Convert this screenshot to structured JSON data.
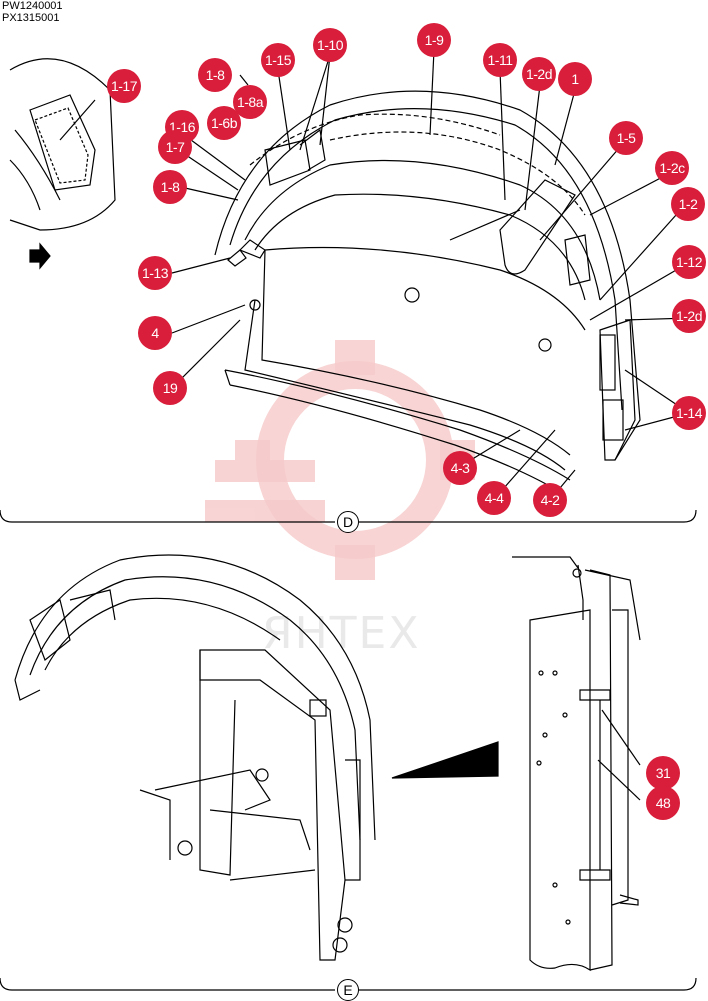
{
  "part_codes": [
    "PW1240001",
    "PX1315001"
  ],
  "views": {
    "top": "D",
    "bottom": "E"
  },
  "watermark_text": "ЯНТЕХ",
  "callouts": [
    {
      "id": "c-1-17",
      "label": "1-17"
    },
    {
      "id": "c-1-8-top",
      "label": "1-8"
    },
    {
      "id": "c-1-15",
      "label": "1-15"
    },
    {
      "id": "c-1-10",
      "label": "1-10"
    },
    {
      "id": "c-1-9",
      "label": "1-9"
    },
    {
      "id": "c-1-11",
      "label": "1-11"
    },
    {
      "id": "c-1-2d-top",
      "label": "1-2d"
    },
    {
      "id": "c-1",
      "label": "1"
    },
    {
      "id": "c-1-8a",
      "label": "1-8a"
    },
    {
      "id": "c-1-6b",
      "label": "1-6b"
    },
    {
      "id": "c-1-16",
      "label": "1-16"
    },
    {
      "id": "c-1-7",
      "label": "1-7"
    },
    {
      "id": "c-1-8-mid",
      "label": "1-8"
    },
    {
      "id": "c-1-5",
      "label": "1-5"
    },
    {
      "id": "c-1-2c",
      "label": "1-2c"
    },
    {
      "id": "c-1-2",
      "label": "1-2"
    },
    {
      "id": "c-1-12",
      "label": "1-12"
    },
    {
      "id": "c-1-2d-right",
      "label": "1-2d"
    },
    {
      "id": "c-1-13",
      "label": "1-13"
    },
    {
      "id": "c-4",
      "label": "4"
    },
    {
      "id": "c-19",
      "label": "19"
    },
    {
      "id": "c-1-14",
      "label": "1-14"
    },
    {
      "id": "c-4-3",
      "label": "4-3"
    },
    {
      "id": "c-4-4",
      "label": "4-4"
    },
    {
      "id": "c-4-2",
      "label": "4-2"
    },
    {
      "id": "c-31",
      "label": "31"
    },
    {
      "id": "c-48",
      "label": "48"
    }
  ]
}
